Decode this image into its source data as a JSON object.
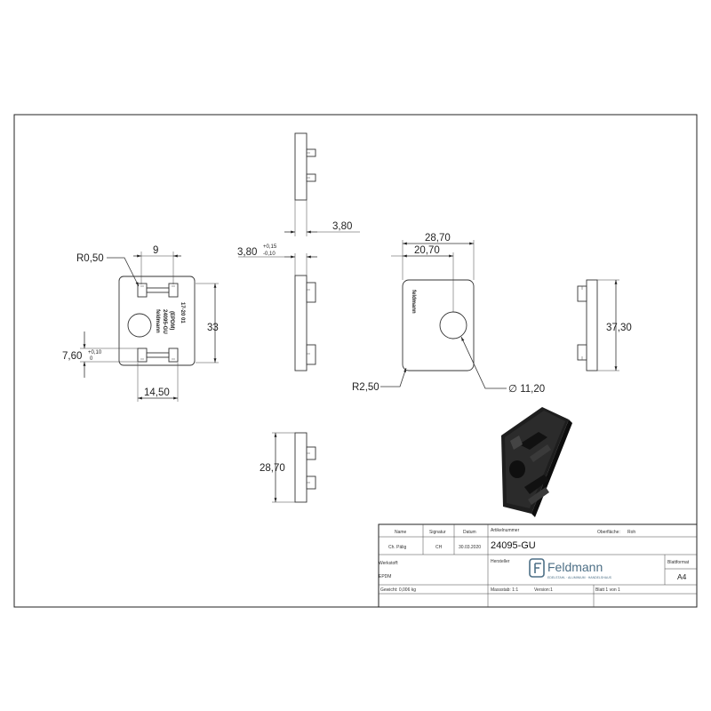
{
  "drawing": {
    "front_view": {
      "radius_label": "R0,50",
      "slot_spacing": "9",
      "height": "33",
      "slot_width": "7,60",
      "slot_tol_upper": "+0,10",
      "slot_tol_lower": "0",
      "bottom_width": "14,50",
      "text_brand": "feldmann",
      "text_article": "24095-GU",
      "text_material": "(EPDM)",
      "text_date": "17-20  01"
    },
    "side_view_top": {
      "thickness": "3,80"
    },
    "side_view_left": {
      "thickness": "3,80",
      "tol_upper": "+0,15",
      "tol_lower": "-0,10"
    },
    "back_view": {
      "width": "28,70",
      "hole_offset": "20,70",
      "corner_radius": "R2,50",
      "hole_diameter": "∅ 11,20",
      "text_brand": "feldmann"
    },
    "side_view_right": {
      "height": "37,30"
    },
    "side_view_bottom": {
      "height": "28,70"
    }
  },
  "title_block": {
    "col_name": "Name",
    "col_signature": "Signatur",
    "col_date": "Datum",
    "name": "Ch. Pälig",
    "signature": "CH",
    "date": "30.03.2020",
    "article_label": "Artikelnummer",
    "article_number": "24095-GU",
    "surface_label": "Oberfläche:",
    "surface_value": "Roh",
    "manufacturer_label": "Hersteller",
    "company": "Feldmann",
    "company_tagline": "EDELSTAHL · ALUMINIUM · HANDELSHAUS",
    "material_label": "Werkstoff:",
    "material_value": "EPDM",
    "format_label": "Blattformat",
    "format_value": "A4",
    "weight": "Gewicht: 0,006 kg",
    "scale": "Massstab: 1:1",
    "version": "Version:1",
    "sheet": "Blatt 1 von 1"
  }
}
